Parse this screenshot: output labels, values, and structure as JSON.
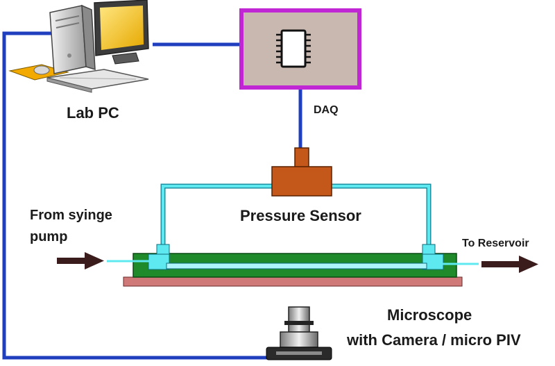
{
  "labels": {
    "lab_pc": "Lab PC",
    "daq": "DAQ",
    "pressure_sensor": "Pressure Sensor",
    "from_syringe_line1": "From syinge",
    "from_syringe_line2": "pump",
    "to_reservoir": "To Reservoir",
    "microscope_line1": "Microscope",
    "microscope_line2": "with Camera / micro PIV"
  },
  "colors": {
    "signal_wire": "#1f3fbf",
    "daq_border": "#c026d3",
    "daq_fill": "#c9b8b0",
    "chip": "#111111",
    "sensor": "#c4581a",
    "tubing": "#5ee8f0",
    "tubing_fill": "#aef6fb",
    "channel_chip": "#1f8a2a",
    "base_plate": "#cf7a78",
    "arrow": "#3a1c1c",
    "monitor_screen": "#f2c400"
  },
  "icons": {
    "pc": "desktop-computer-icon",
    "daq_chip": "microchip-icon",
    "microscope": "microscope-objective-icon"
  }
}
